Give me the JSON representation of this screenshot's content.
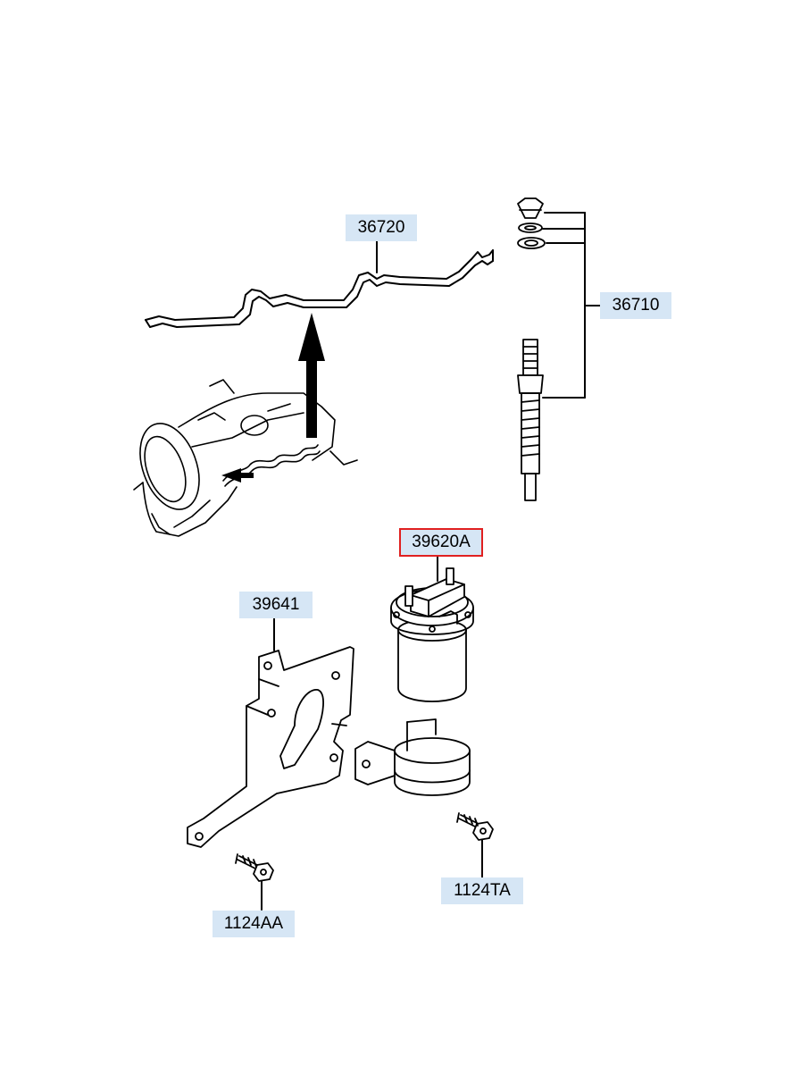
{
  "parts": {
    "p36720": {
      "number": "36720",
      "selected": false
    },
    "p36710": {
      "number": "36710",
      "selected": false
    },
    "p39620A": {
      "number": "39620A",
      "selected": true
    },
    "p39641": {
      "number": "39641",
      "selected": false
    },
    "p1124AA": {
      "number": "1124AA",
      "selected": false
    },
    "p1124TA": {
      "number": "1124TA",
      "selected": false
    }
  },
  "colors": {
    "label_background": "#d6e6f5",
    "selected_border": "#e02020",
    "line": "#000000"
  }
}
